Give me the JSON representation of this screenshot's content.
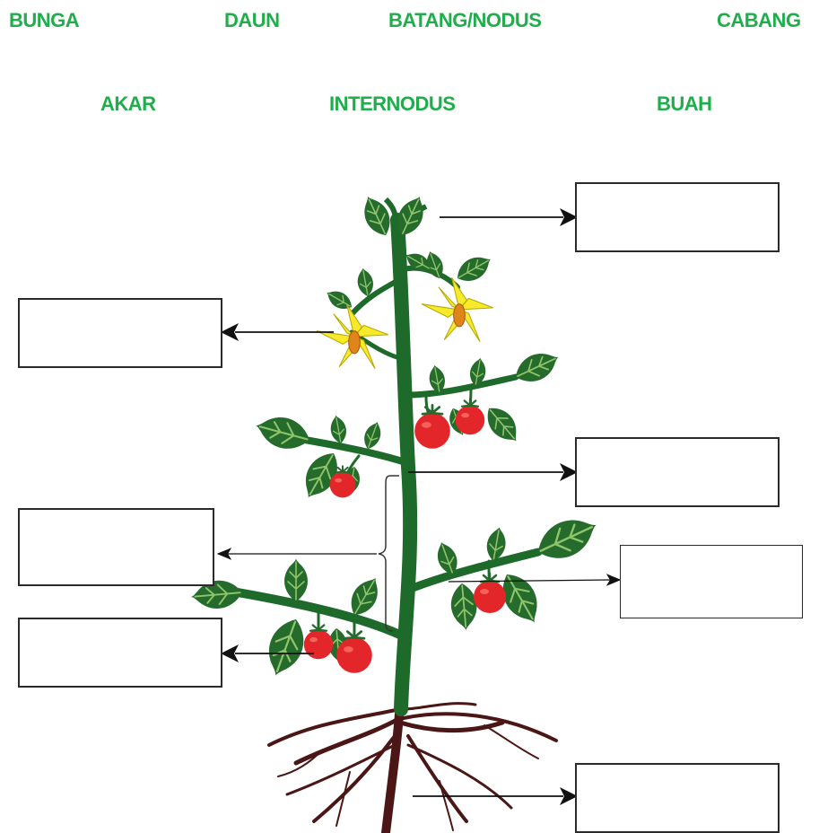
{
  "colors": {
    "word": "#1fae4b",
    "leaf": "#256b2c",
    "leaf_vein": "#8fc46a",
    "stem": "#1e6a2a",
    "petal": "#f6ea2b",
    "petal_edge": "#b8a800",
    "fruit": "#e3262a",
    "root": "#4a1716",
    "arrow": "#111111"
  },
  "word_bank": {
    "bunga": "BUNGA",
    "daun": "DAUN",
    "batang": "BATANG/NODUS",
    "cabang": "CABANG",
    "akar": "AKAR",
    "internodus": "INTERNODUS",
    "buah": "BUAH"
  },
  "icons": [
    "tomato-plant-illustration",
    "arrow-icon",
    "bracket-icon"
  ]
}
